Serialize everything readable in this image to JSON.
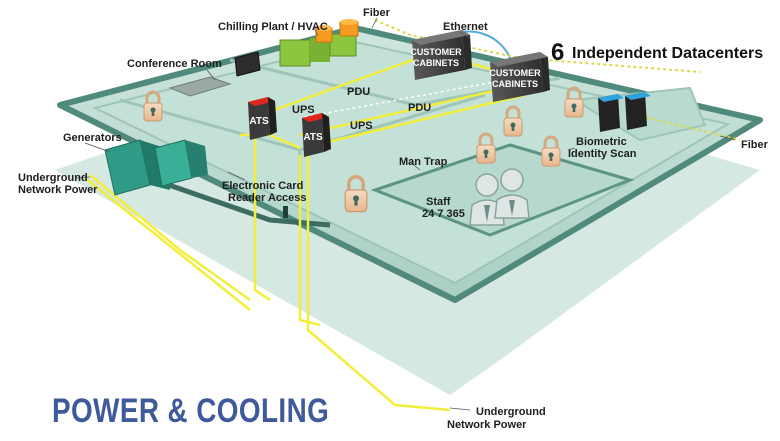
{
  "diagram": {
    "title": "POWER & COOLING",
    "headline_number": "6",
    "headline_text": "Independent Datacenters",
    "labels": {
      "chilling_plant": "Chilling Plant / HVAC",
      "fiber_top": "Fiber",
      "ethernet": "Ethernet",
      "conference_room": "Conference Room",
      "generators": "Generators",
      "underground_left_line1": "Underground",
      "underground_left_line2": "Network Power",
      "electronic_line1": "Electronic Card",
      "electronic_line2": "Reader Access",
      "ups_1": "UPS",
      "ups_2": "UPS",
      "pdu_1": "PDU",
      "pdu_2": "PDU",
      "man_trap": "Man Trap",
      "staff_line1": "Staff",
      "staff_line2": "24 7 365",
      "biometric_line1": "Biometric",
      "biometric_line2": "Identity Scan",
      "fiber_right": "Fiber",
      "underground_bottom_line1": "Underground",
      "underground_bottom_line2": "Network Power"
    },
    "cabinets": [
      {
        "line1": "CUSTOMER",
        "line2": "CABINETS"
      },
      {
        "line1": "CUSTOMER",
        "line2": "CABINETS"
      }
    ],
    "ats_units": [
      "ATS",
      "ATS"
    ],
    "colors": {
      "floor": "#bfdcd3",
      "floor_edge": "#7fa89b",
      "wall": "#3e6c62",
      "power_line": "#f2ee3b",
      "cabinet": "#4c4c4c",
      "ats_red": "#e0261d",
      "generator": "#2f9b86",
      "title": "#3f5a9b",
      "lock": "#f0c7a2"
    }
  }
}
